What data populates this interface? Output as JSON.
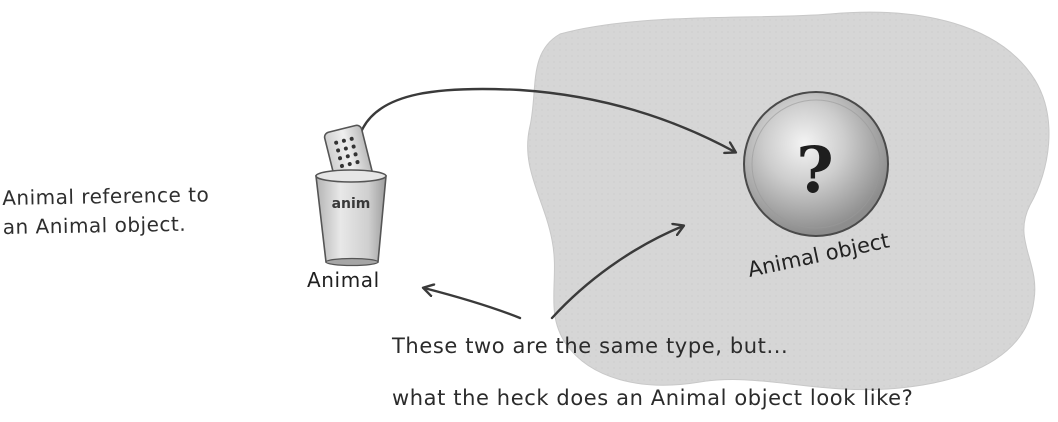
{
  "left_note": {
    "line1": "Animal reference to",
    "line2": "an Animal object."
  },
  "reference": {
    "cup_label": "anim",
    "type_label": "Animal"
  },
  "object": {
    "symbol": "?",
    "label": "Animal object"
  },
  "caption": {
    "line1": "These two are the same type, but...",
    "line2": "what the heck does an Animal object look like?"
  },
  "colors": {
    "heap_fill": "#d5d5d5",
    "cup_fill": "#cfcfcf",
    "sphere_fill": "#b9b9b9",
    "ink": "#333333"
  }
}
